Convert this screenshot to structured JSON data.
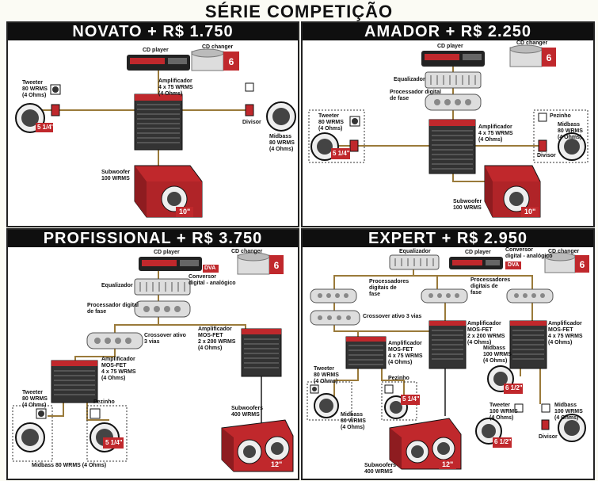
{
  "title": "SÉRIE COMPETIÇÃO",
  "colors": {
    "red": "#c0282c",
    "black": "#0f0f0f",
    "gold": "#9a7a3a"
  },
  "novato": {
    "header": "NOVATO + R$ 1.750",
    "cd_player": "CD player",
    "cd_changer": "CD changer",
    "changer_num": "6",
    "amp": "Amplificador\n4 x 75 WRMS\n(4 Ohms)",
    "tweeter": "Tweeter\n80 WRMS\n(4 Ohms)",
    "divisor": "Divisor",
    "midbass": "Midbass\n80 WRMS\n(4 Ohms)",
    "sub": "Subwoofer\n100 WRMS",
    "size_mid": "5 1/4\"",
    "size_sub": "10\""
  },
  "amador": {
    "header": "AMADOR + R$ 2.250",
    "cd_player": "CD player",
    "cd_changer": "CD changer",
    "changer_num": "6",
    "eq": "Equalizador",
    "proc": "Processador digital\nde fase",
    "amp": "Amplificador\n4 x 75 WRMS\n(4 Ohms)",
    "tweeter": "Tweeter\n80 WRMS\n(4 Ohms)",
    "pezinho": "Pezinho",
    "midbass": "Midbass\n80 WRMS\n(4 Ohms)",
    "divisor": "Divisor",
    "sub": "Subwoofer\n100 WRMS",
    "size_mid": "5 1/4\"",
    "size_sub": "10\""
  },
  "profissional": {
    "header": "PROFISSIONAL + R$ 3.750",
    "cd_player": "CD player",
    "cd_changer": "CD changer",
    "changer_num": "6",
    "dva": "DVA",
    "conv": "Conversor\ndigital - analógico",
    "eq": "Equalizador",
    "proc": "Processador digital\nde fase",
    "cross": "Crossover ativo\n3 vias",
    "amp1": "Amplificador\nMOS-FET\n4 x 75 WRMS\n(4 Ohms)",
    "amp2": "Amplificador\nMOS-FET\n2 x 200 WRMS\n(4 Ohms)",
    "tweeter": "Tweeter\n80 WRMS\n(4 Ohms)",
    "pezinho": "Pezinho",
    "midbass": "Midbass 80 WRMS (4 Ohms)",
    "sub": "Subwoofers\n400 WRMS",
    "size_mid": "5 1/4\"",
    "size_sub": "12\""
  },
  "expert": {
    "header": "EXPERT + R$ 2.950",
    "eq": "Equalizador",
    "cd_player": "CD player",
    "dva": "DVA",
    "conv": "Conversor\ndigital - analógico",
    "cd_changer": "CD changer",
    "changer_num": "6",
    "procs": "Processadores\ndigitais de\nfase",
    "procs2": "Processadores\ndigitais de\nfase",
    "cross": "Crossover ativo 3 vias",
    "amp1": "Amplificador\nMOS-FET\n4 x 75 WRMS\n(4 Ohms)",
    "amp2": "Amplificador\nMOS-FET\n2 x 200 WRMS\n(4 Ohms)",
    "amp3": "Amplificador\nMOS-FET\n4 x 75 WRMS\n(4 Ohms)",
    "tweeter1": "Tweeter\n80 WRMS\n(4 Ohms)",
    "pezinho": "Pezinho",
    "midbass1": "Midbass\n80 WRMS\n(4 Ohms)",
    "midbass2": "Midbass\n100 WRMS\n(4 Ohms)",
    "tweeter2": "Tweeter\n100 WRMS\n(4 Ohms)",
    "midbass3": "Midbass\n100 WRMS\n(4 Ohms)",
    "divisor": "Divisor",
    "sub": "Subwoofers\n400 WRMS",
    "size_mid1": "5 1/4\"",
    "size_mid2": "6 1/2\"",
    "size_mid3": "6 1/2\"",
    "size_sub": "12\""
  }
}
